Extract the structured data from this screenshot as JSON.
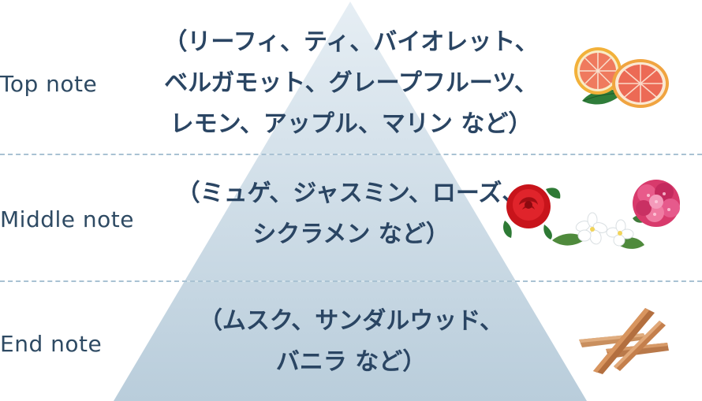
{
  "tiers": [
    {
      "label": "Top note",
      "lines": [
        "（リーフィ、ティ、バイオレット、",
        "ベルガモット、グレープフルーツ、",
        "レモン、アップル、マリン など）"
      ]
    },
    {
      "label": "Middle note",
      "lines": [
        "（ミュゲ、ジャスミン、ローズ、",
        "シクラメン など）"
      ]
    },
    {
      "label": "End note",
      "lines": [
        "（ムスク、サンダルウッド、",
        "バニラ など）"
      ]
    }
  ],
  "colors": {
    "pyramid_top": "#e4ecf2",
    "pyramid_bottom": "#b7cbda",
    "text": "#2a4563",
    "divider": "#a9c2d3"
  },
  "icons": [
    "grapefruit-icon",
    "rose-icon",
    "jasmine-icon",
    "carnation-icon",
    "sandalwood-icon"
  ]
}
